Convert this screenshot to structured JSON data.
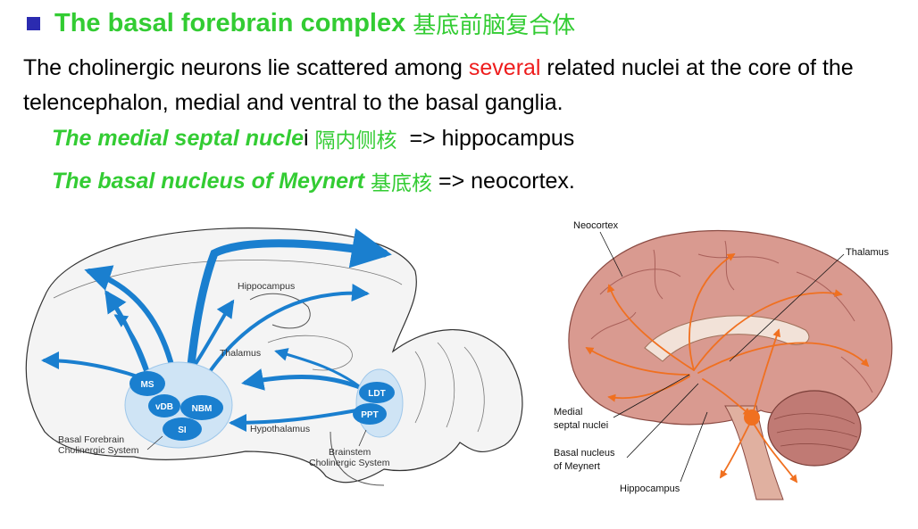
{
  "title": {
    "bullet_color": "#2b2bb0",
    "english": "The basal forebrain complex",
    "chinese": "基底前脑复合体",
    "color": "#33cc33"
  },
  "paragraph": {
    "before": "The cholinergic neurons lie scattered among ",
    "highlight": "several",
    "after": " related nuclei at the core of the telencephalon, medial and ventral to the basal ganglia.",
    "highlight_color": "#ee1c1c"
  },
  "items": [
    {
      "green_a": "The medial septal nucle",
      "plain_i": "i",
      "chinese": "隔内侧核",
      "arrow": "  => hippocampus"
    },
    {
      "green_a": "The basal nucleus of Meynert",
      "plain_i": "",
      "chinese": "基底核",
      "arrow": " => neocortex."
    }
  ],
  "left_figure": {
    "labels": {
      "hippocampus": "Hippocampus",
      "thalamus": "Thalamus",
      "hypothalamus": "Hypothalamus",
      "basal_forebrain_1": "Basal Forebrain",
      "basal_forebrain_2": "Cholinergic System",
      "brainstem_1": "Brainstem",
      "brainstem_2": "Cholinergic System"
    },
    "nuclei": {
      "ms": "MS",
      "vdb": "vDB",
      "nbm": "NBM",
      "si": "SI",
      "ldt": "LDT",
      "ppt": "PPT"
    },
    "pathway_color": "#1a7fcf"
  },
  "right_figure": {
    "labels": {
      "neocortex": "Neocortex",
      "thalamus": "Thalamus",
      "medial_1": "Medial",
      "medial_2": "septal nuclei",
      "basal_1": "Basal nucleus",
      "basal_2": "of Meynert",
      "hippocampus": "Hippocampus"
    },
    "brain_color": "#d99a90",
    "arrow_color": "#f07020"
  }
}
